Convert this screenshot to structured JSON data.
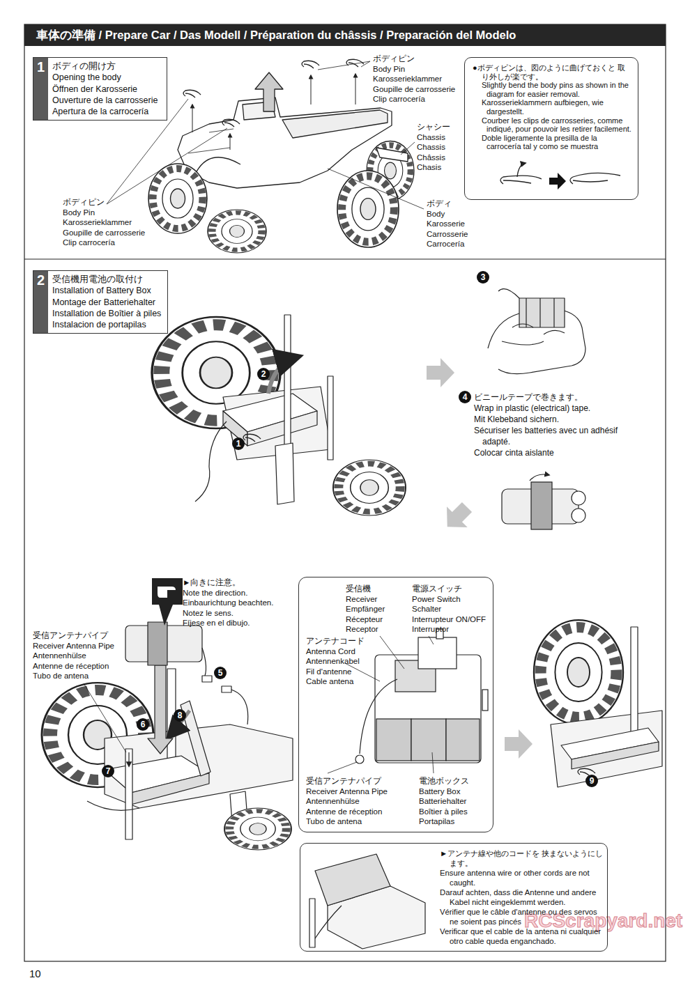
{
  "diagram": {
    "title": "車体の準備 / Prepare Car / Das Modell / Préparation du châssis / Preparación del Modelo",
    "nodes": [
      {
        "text": [
          "1",
          "ボディの開け方",
          "Opening the body",
          "Öffnen der Karosserie",
          "Ouverture de la carrosserie",
          "Apertura de la carrocería"
        ]
      },
      {
        "text": [
          "●ボディピンは、図のように曲げておくと 取り外しが楽です。",
          "Slightly bend the body pins as shown in the diagram for easier removal.",
          "Karosserieklammern aufbiegen, wie dargestellt.",
          "Courber les clips de carrosseries, comme indiqué, pour pouvoir les retirer facilement.",
          "Doble ligeramente la presilla de la carrocería tal y como se muestra"
        ]
      },
      {
        "text": [
          "2",
          "受信機用電池の取付け",
          "Installation of Battery Box",
          "Montage der Batteriehalter",
          "Installation de Boîtier à piles",
          "Instalacion de portapilas"
        ]
      },
      {
        "text": [
          "受信機",
          "Receiver",
          "Empfänger",
          "Récepteur",
          "Receptor",
          "電源スイッチ",
          "Power Switch",
          "Schalter",
          "Interrupteur ON/OFF",
          "Interruptor",
          "アンテナコード",
          "Antenna Cord",
          "Antennenkabel",
          "Fil d'antenne",
          "Cable antena",
          "受信アンテナパイプ",
          "Receiver Antenna Pipe",
          "Antennenhülse",
          "Antenne de réception",
          "Tubo de antena",
          "電池ボックス",
          "Battery Box",
          "Batteriehalter",
          "Boîtier à piles",
          "Portapilas"
        ]
      },
      {
        "text": [
          "►アンテナ線や他のコードを 挟まないようにします。",
          "Ensure antenna wire or other cords are not caught.",
          "Darauf achten, dass die Antenne und andere Kabel nicht eingeklemmt werden.",
          "Vérifier que le câble d'antenne ou des servos ne soient pas pincés",
          "Verificar que el cable de la antena ni cualquier otro cable queda enganchado."
        ]
      }
    ],
    "labels": [
      "ボディピン",
      "Body Pin",
      "Karosserieklammer",
      "Goupille de carrosserie",
      "Clip carrocería",
      "シャシー",
      "Chassis",
      "Chassis",
      "Châssis",
      "Chasis",
      "ボディピン",
      "Body Pin",
      "Karosserieklammer",
      "Goupille de carrosserie",
      "Clip carrocería",
      "ボディ",
      "Body",
      "Karosserie",
      "Carrosserie",
      "Carrocería",
      "1",
      "2",
      "3",
      "4",
      "ビニールテープで巻きます。",
      "Wrap in plastic (electrical) tape.",
      "Mit Klebeband sichern.",
      "Sécuriser les batteries avec un adhésif adapté.",
      "Colocar cinta aislante",
      "►向きに注意。",
      "Note the direction.",
      "Einbaurichtung beachten.",
      "Notez le sens.",
      "Fíjese en el dibujo.",
      "受信アンテナパイプ",
      "Receiver Antenna Pipe",
      "Antennenhülse",
      "Antenne de réception",
      "Tubo de antena",
      "5",
      "6",
      "7",
      "8",
      "9",
      "10",
      "RCScrapyard.net"
    ]
  }
}
